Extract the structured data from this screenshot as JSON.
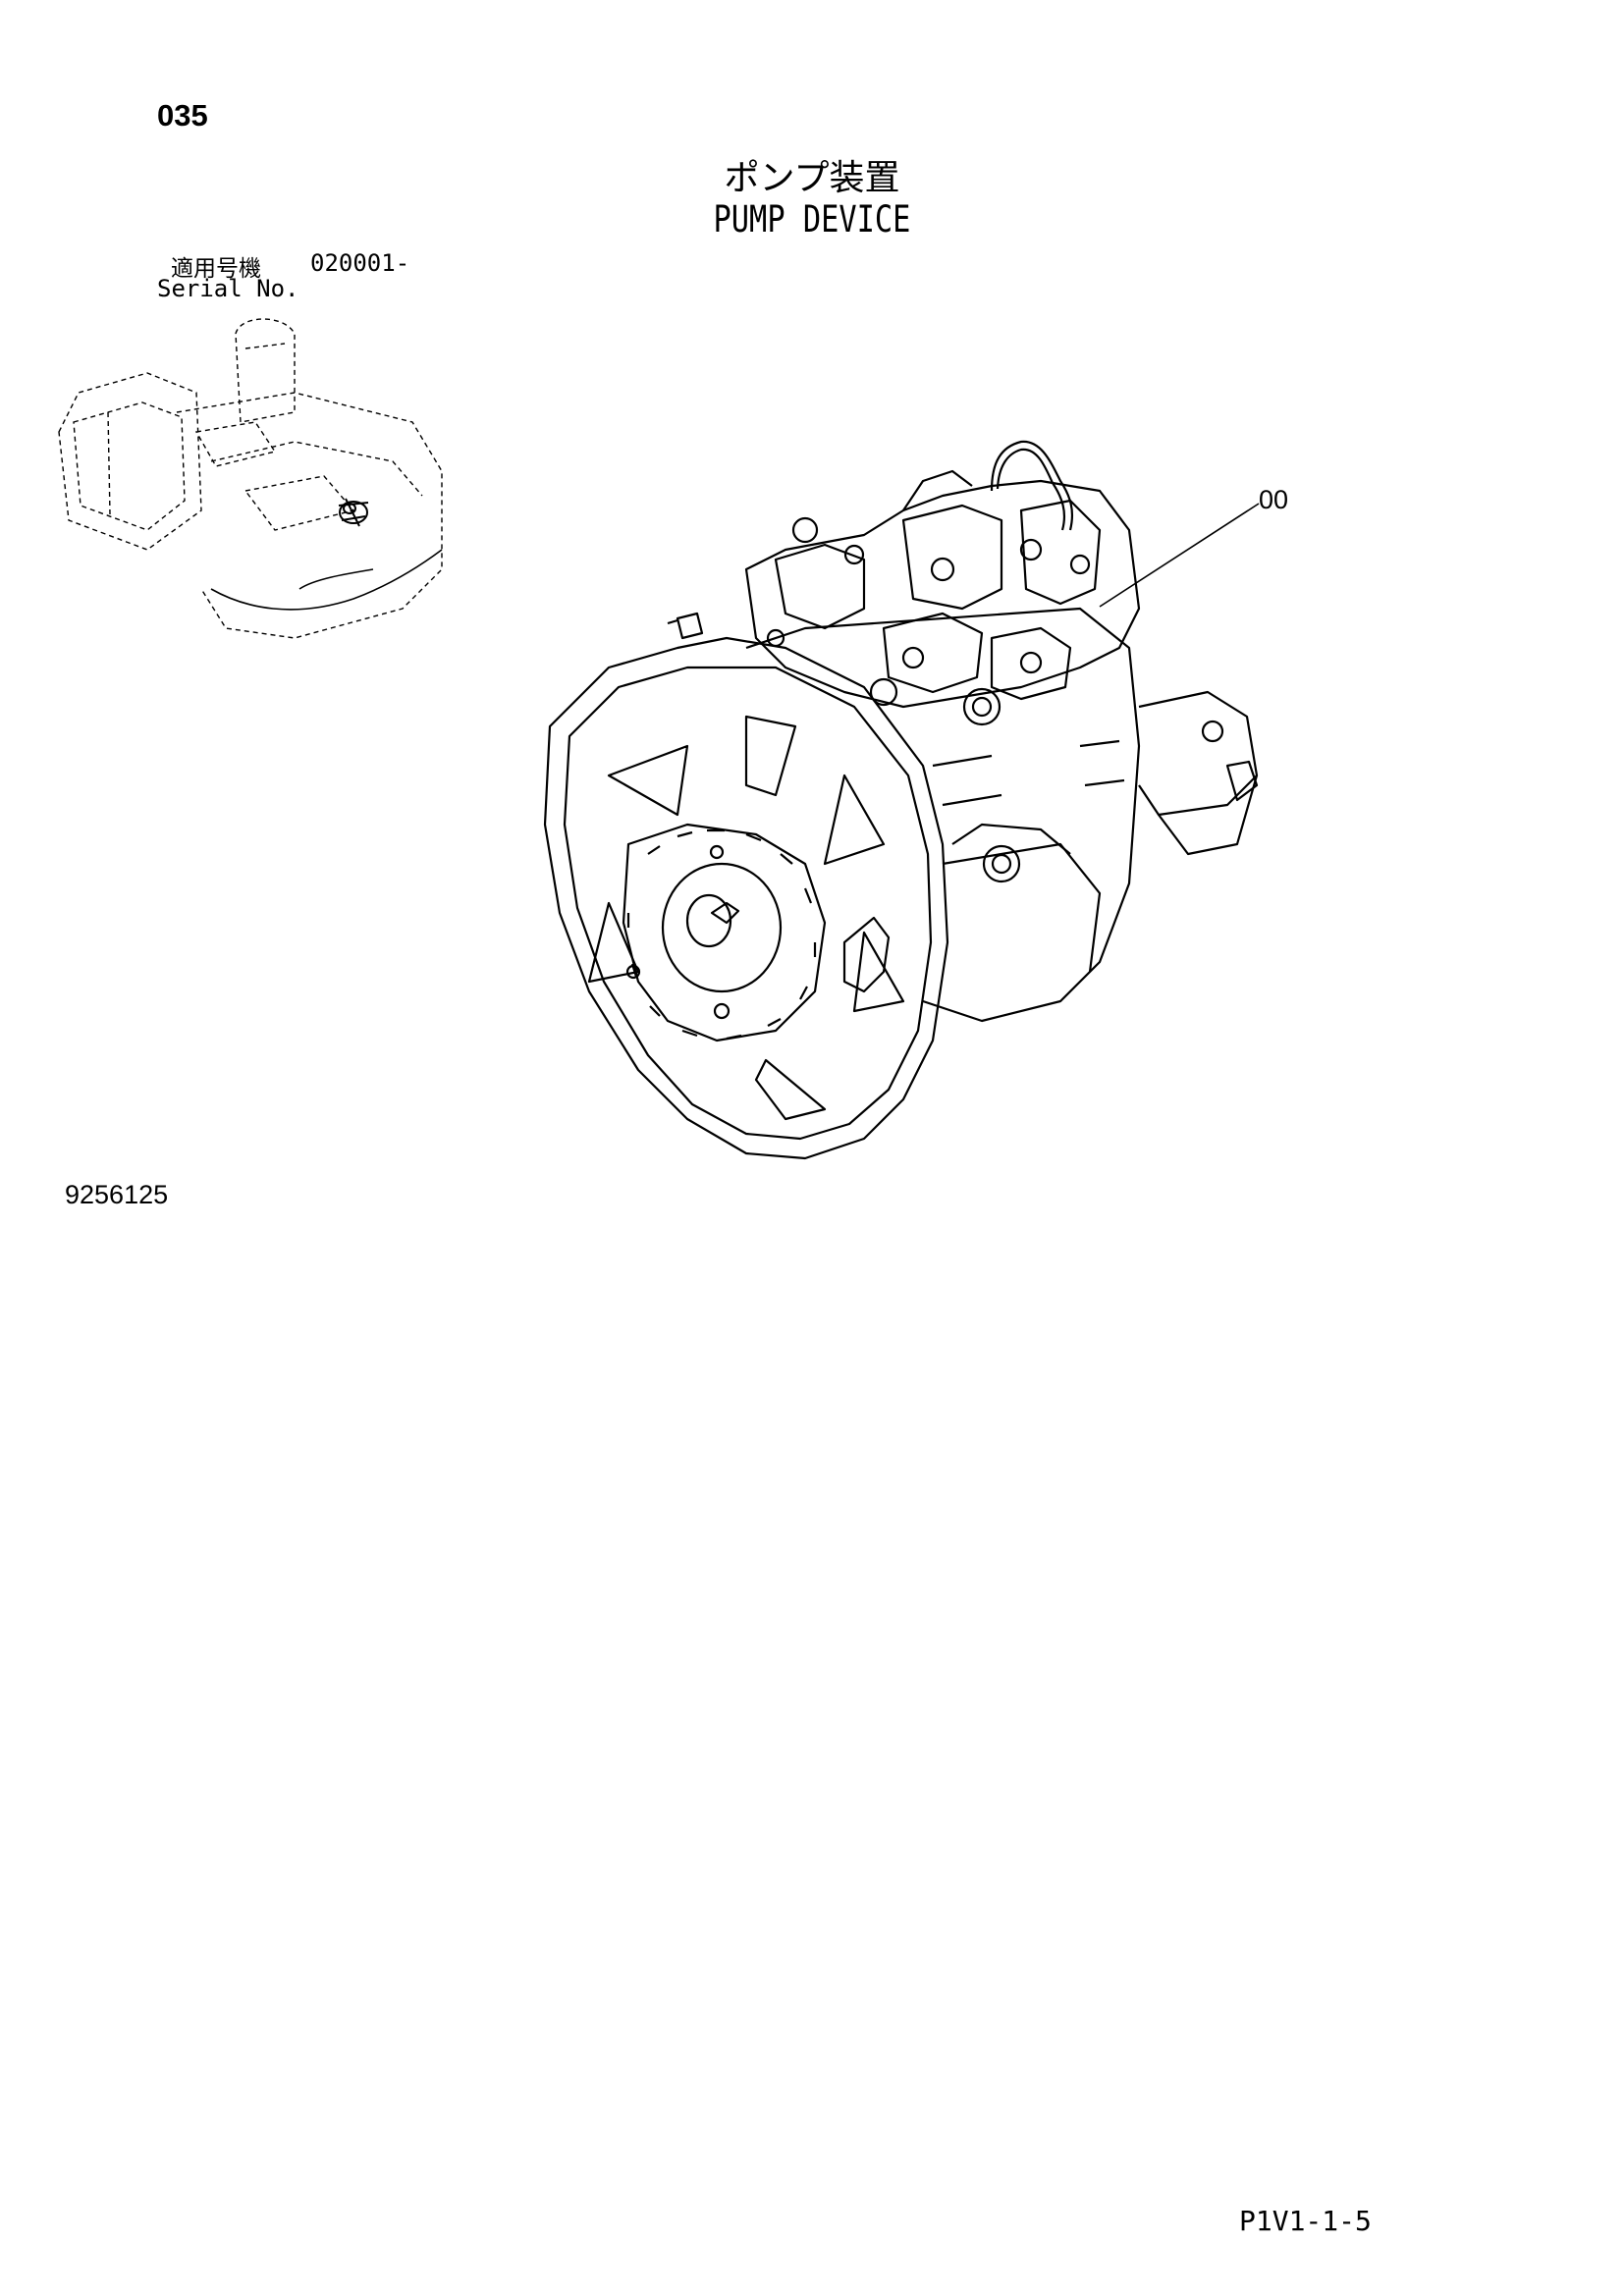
{
  "header": {
    "page_number": "035",
    "title_japanese": "ポンプ装置",
    "title_english": "PUMP DEVICE"
  },
  "serial": {
    "label_japanese": "適用号機",
    "range": "020001-",
    "label_english": "Serial No."
  },
  "callouts": [
    {
      "label": "00"
    }
  ],
  "footer": {
    "drawing_number": "9256125",
    "sheet_code": "P1V1-1-5"
  },
  "icons": {
    "machine_locator": "excavator-outline-icon",
    "main_drawing": "hydraulic-pump-illustration"
  }
}
